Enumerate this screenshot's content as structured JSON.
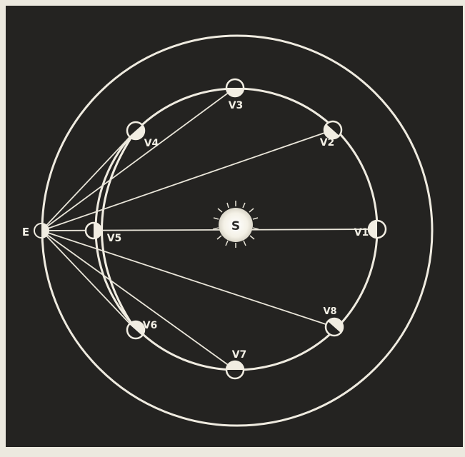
{
  "diagram": {
    "labels": {
      "earth": "E",
      "sun": "S",
      "venus_positions": [
        "V1",
        "V2",
        "V3",
        "V4",
        "V5",
        "V6",
        "V7",
        "V8"
      ]
    },
    "colors": {
      "background": "#242321",
      "frame": "#ece9df",
      "line": "#f1ede2",
      "sun": "#f7f4ea"
    }
  }
}
